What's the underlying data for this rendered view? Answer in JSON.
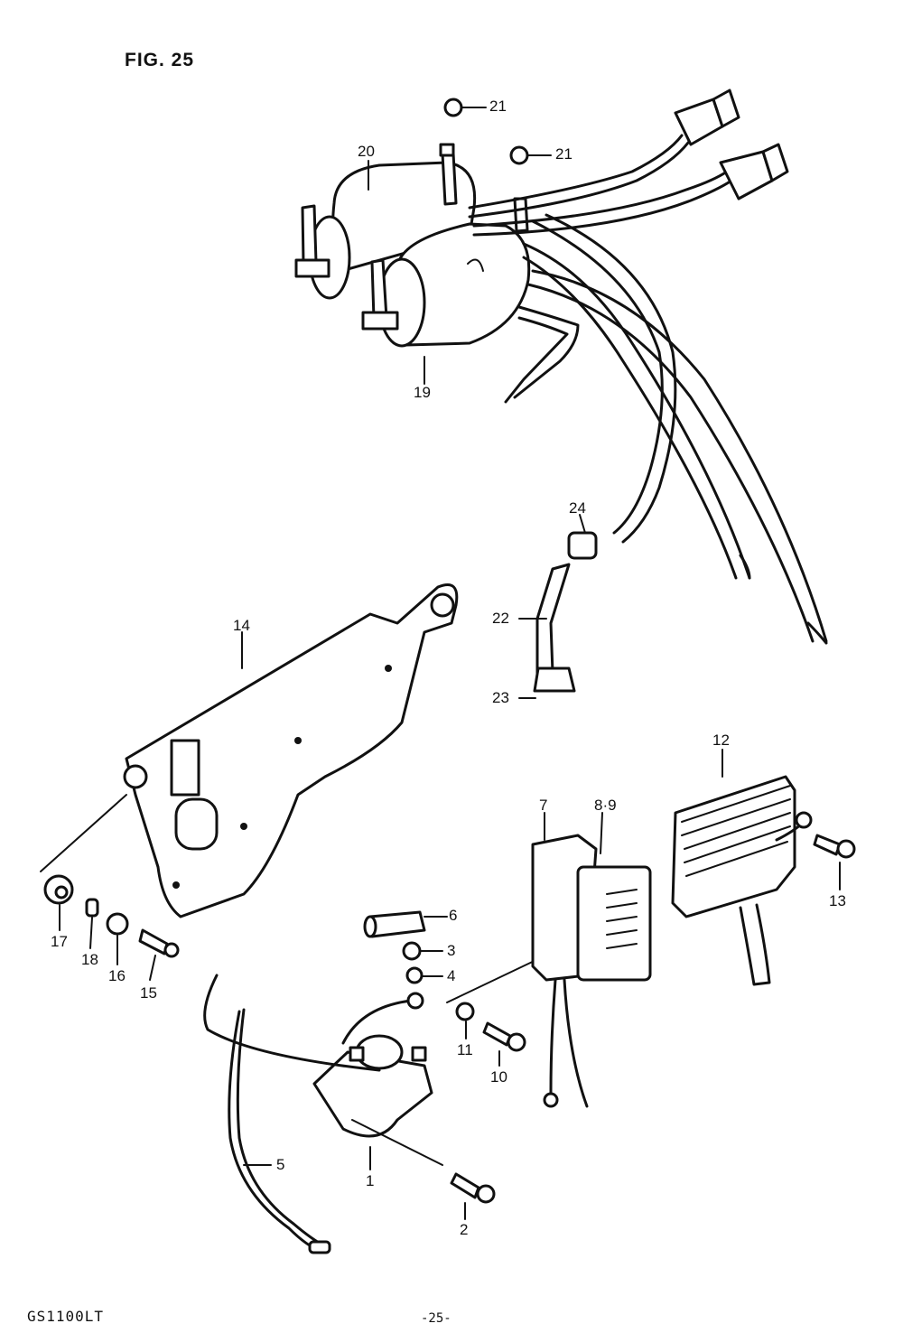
{
  "header": {
    "figure_label": "FIG. 25"
  },
  "footer": {
    "model": "GS1100LT",
    "page": "-25-"
  },
  "callouts": {
    "p1": "1",
    "p2": "2",
    "p3": "3",
    "p4": "4",
    "p5": "5",
    "p6": "6",
    "p7": "7",
    "p89": "8·9",
    "p10": "10",
    "p11": "11",
    "p12": "12",
    "p13": "13",
    "p14": "14",
    "p15": "15",
    "p16": "16",
    "p17": "17",
    "p18": "18",
    "p19": "19",
    "p20": "20",
    "p21a": "21",
    "p21b": "21",
    "p22": "22",
    "p23": "23",
    "p24": "24"
  }
}
